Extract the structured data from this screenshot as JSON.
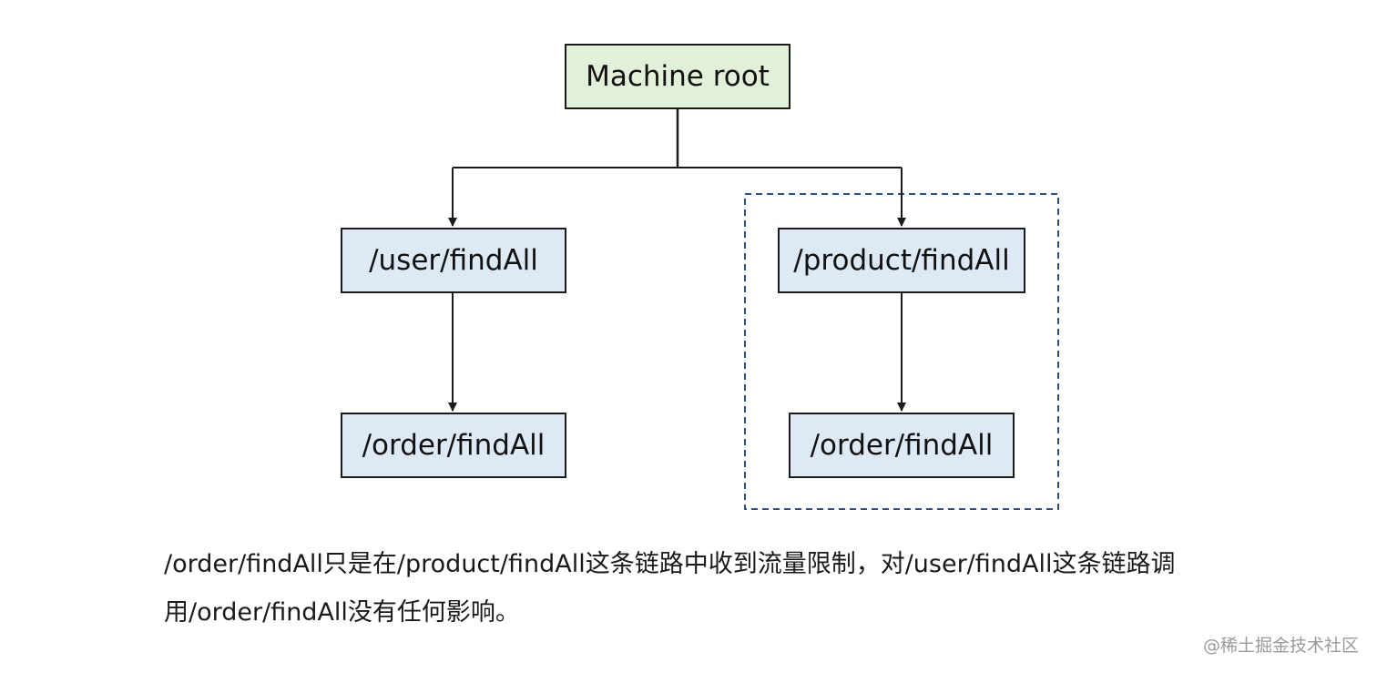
{
  "diagram": {
    "root": {
      "label": "Machine root"
    },
    "user": {
      "label": "/user/findAll"
    },
    "product": {
      "label": "/product/findAll"
    },
    "order_under_user": {
      "label": "/order/findAll"
    },
    "order_under_product": {
      "label": "/order/findAll"
    }
  },
  "caption": {
    "line1": "/order/findAll只是在/product/findAll这条链路中收到流量限制，对/user/findAll这条链路调",
    "line2": "用/order/findAll没有任何影响。"
  },
  "watermark": "@稀土掘金技术社区",
  "colors": {
    "root_fill": "#e2efd9",
    "child_fill": "#dee9f6",
    "highlight_border": "#2f4f86",
    "edge": "#1a1a1a"
  }
}
